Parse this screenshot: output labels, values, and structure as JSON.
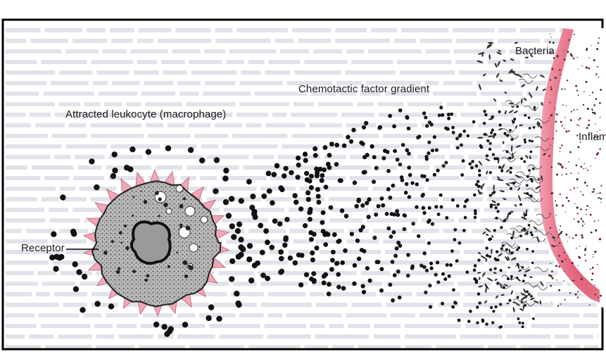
{
  "labels": {
    "bacteria": "Bacteria",
    "gradient": "Chemotactic factor gradient",
    "leukocyte": "Attracted leukocyte (macrophage)",
    "inflamed": "Inflam",
    "receptor": "Receptor"
  },
  "colors": {
    "frame": "#000000",
    "background_text": "#b9bccb",
    "cell_fill": "#b5b5b5",
    "receptor": "#f0a8b8",
    "tissue_red": "#e0345a",
    "dots": "#111111"
  }
}
